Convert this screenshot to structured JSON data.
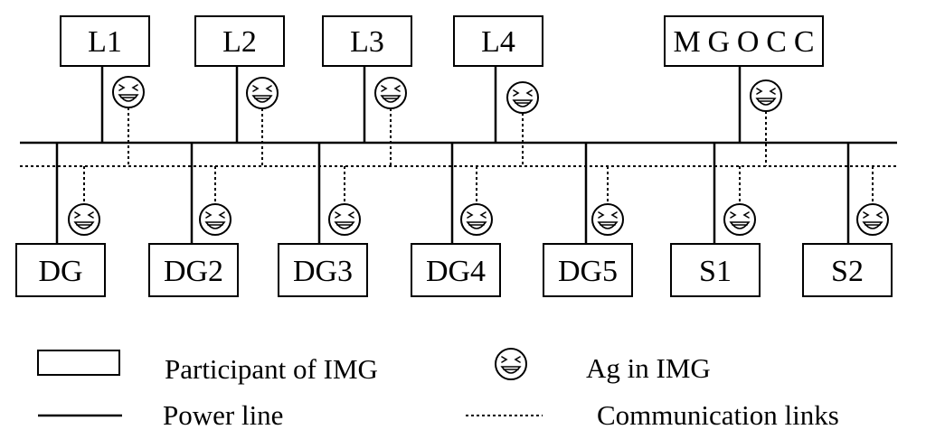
{
  "top_nodes": [
    {
      "id": "l1",
      "label": "L1"
    },
    {
      "id": "l2",
      "label": "L2"
    },
    {
      "id": "l3",
      "label": "L3"
    },
    {
      "id": "l4",
      "label": "L4"
    },
    {
      "id": "mgocc",
      "label": "MGOCC"
    }
  ],
  "bottom_nodes": [
    {
      "id": "dg1",
      "label": "DG"
    },
    {
      "id": "dg2",
      "label": "DG2"
    },
    {
      "id": "dg3",
      "label": "DG3"
    },
    {
      "id": "dg4",
      "label": "DG4"
    },
    {
      "id": "dg5",
      "label": "DG5"
    },
    {
      "id": "s1",
      "label": "S1"
    },
    {
      "id": "s2",
      "label": "S2"
    }
  ],
  "legend": {
    "participant": "Participant of IMG",
    "agent": "Ag in IMG",
    "power": "Power line",
    "comm": "Communication links"
  }
}
